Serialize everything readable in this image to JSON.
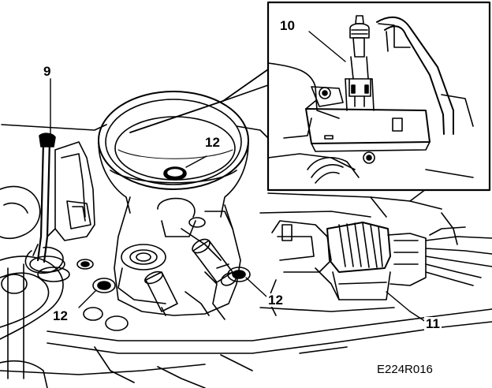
{
  "callouts": {
    "c9": "9",
    "c10": "10",
    "c11": "11",
    "c12_top": "12",
    "c12_left": "12",
    "c12_right": "12"
  },
  "reference_code": "E224R016",
  "colors": {
    "ink": "#000000",
    "paper": "#ffffff"
  }
}
